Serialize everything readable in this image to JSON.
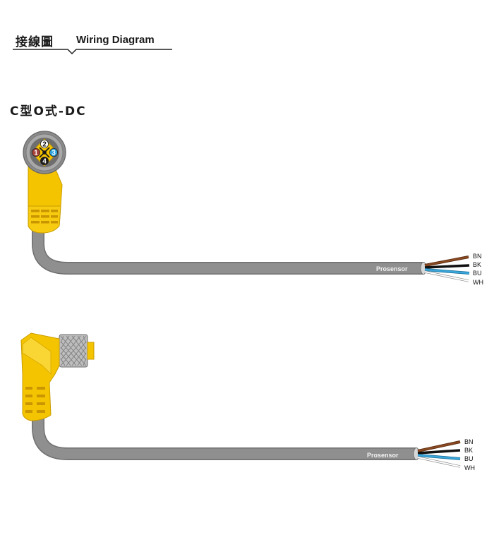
{
  "header": {
    "title_zh": "接線圖",
    "title_en": "Wiring Diagram"
  },
  "section": {
    "title": "C型O式-DC"
  },
  "colors": {
    "housing_yellow": "#f5c400",
    "cable_gray": "#8c8c8c",
    "pin1": "#a8423a",
    "pin2": "#ffffff",
    "pin3": "#2aa3df",
    "pin4": "#1a1a1a"
  },
  "connector_front": {
    "pins": [
      "1",
      "2",
      "3",
      "4"
    ]
  },
  "cables": [
    {
      "brand": "Prosensor",
      "wires": [
        "BN",
        "BK",
        "BU",
        "WH"
      ]
    },
    {
      "brand": "Prosensor",
      "wires": [
        "BN",
        "BK",
        "BU",
        "WH"
      ]
    }
  ]
}
